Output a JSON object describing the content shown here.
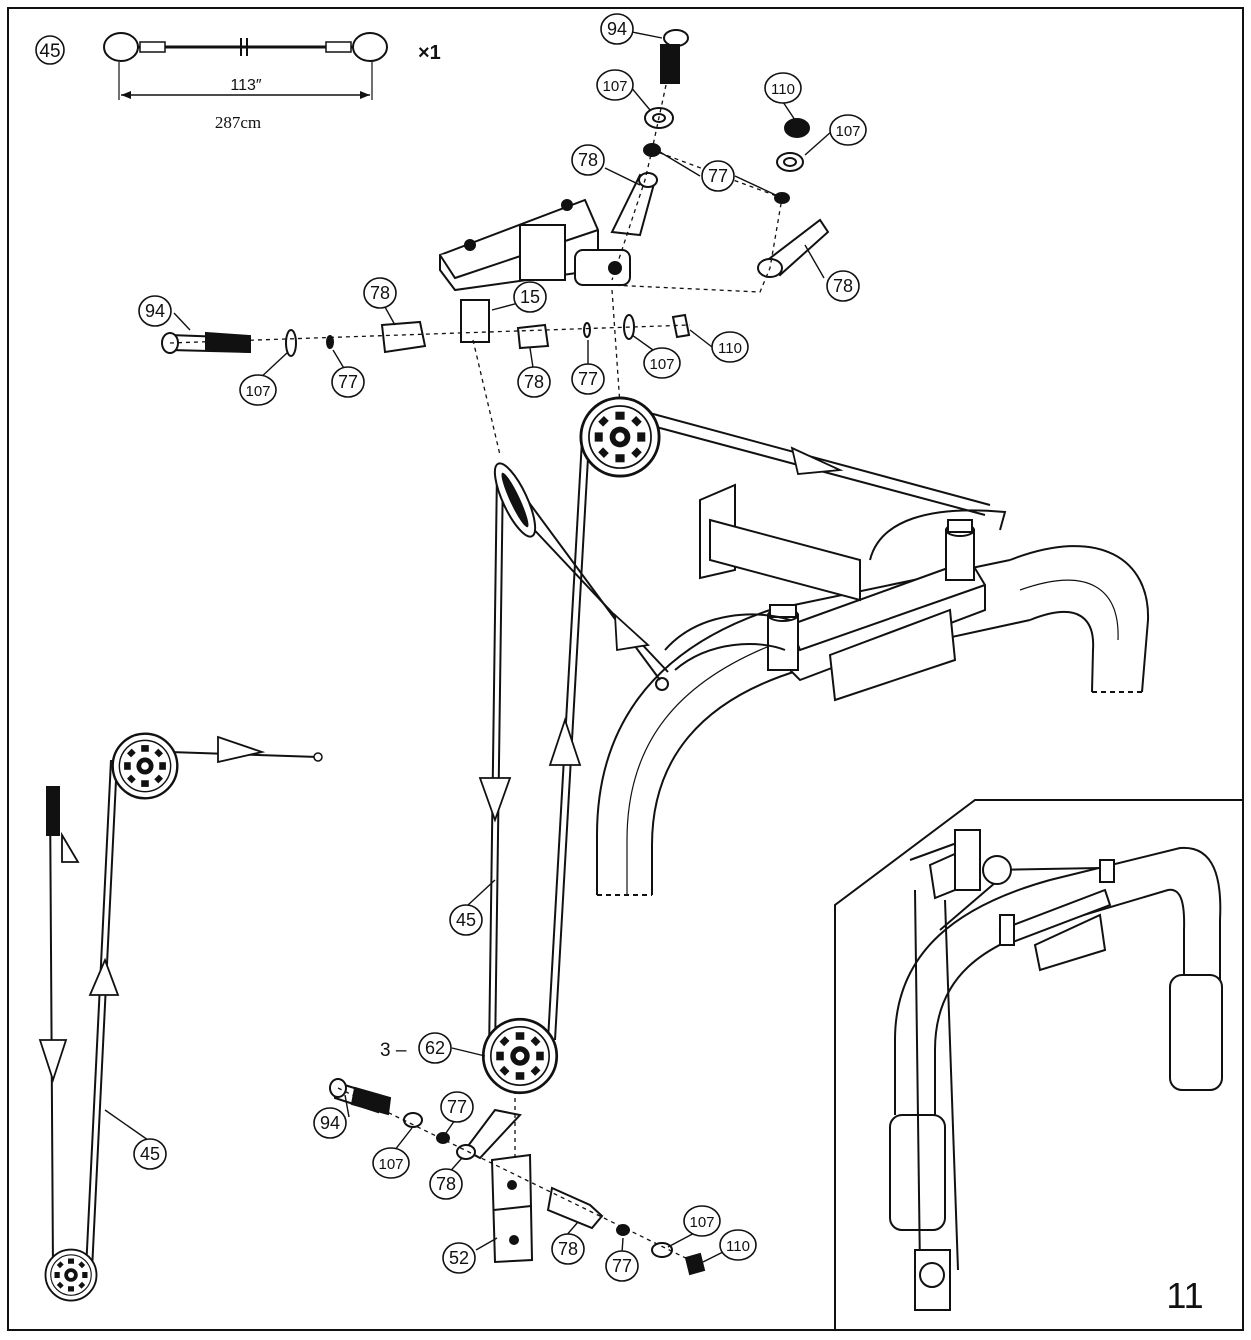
{
  "cable": {
    "part_number": "45",
    "length_in": "113″",
    "length_cm": "287cm",
    "quantity": "×1"
  },
  "step_number": "11",
  "callouts": [
    {
      "id": "c1",
      "label": "94"
    },
    {
      "id": "c2",
      "label": "107"
    },
    {
      "id": "c3",
      "label": "110"
    },
    {
      "id": "c4",
      "label": "107"
    },
    {
      "id": "c5",
      "label": "78"
    },
    {
      "id": "c6",
      "label": "77"
    },
    {
      "id": "c7",
      "label": "15"
    },
    {
      "id": "c8",
      "label": "78"
    },
    {
      "id": "c9",
      "label": "94"
    },
    {
      "id": "c10",
      "label": "78"
    },
    {
      "id": "c11",
      "label": "107"
    },
    {
      "id": "c12",
      "label": "77"
    },
    {
      "id": "c13",
      "label": "78"
    },
    {
      "id": "c14",
      "label": "77"
    },
    {
      "id": "c15",
      "label": "107"
    },
    {
      "id": "c16",
      "label": "110"
    },
    {
      "id": "c17",
      "label": "45"
    },
    {
      "id": "c18",
      "label": "62"
    },
    {
      "id": "c19",
      "label": "94"
    },
    {
      "id": "c20",
      "label": "107"
    },
    {
      "id": "c21",
      "label": "77"
    },
    {
      "id": "c22",
      "label": "78"
    },
    {
      "id": "c23",
      "label": "52"
    },
    {
      "id": "c24",
      "label": "78"
    },
    {
      "id": "c25",
      "label": "77"
    },
    {
      "id": "c26",
      "label": "107"
    },
    {
      "id": "c27",
      "label": "110"
    },
    {
      "id": "c28",
      "label": "45"
    }
  ],
  "pulley_prefix": "3 –",
  "colors": {
    "ink": "#111111",
    "paper": "#ffffff"
  }
}
